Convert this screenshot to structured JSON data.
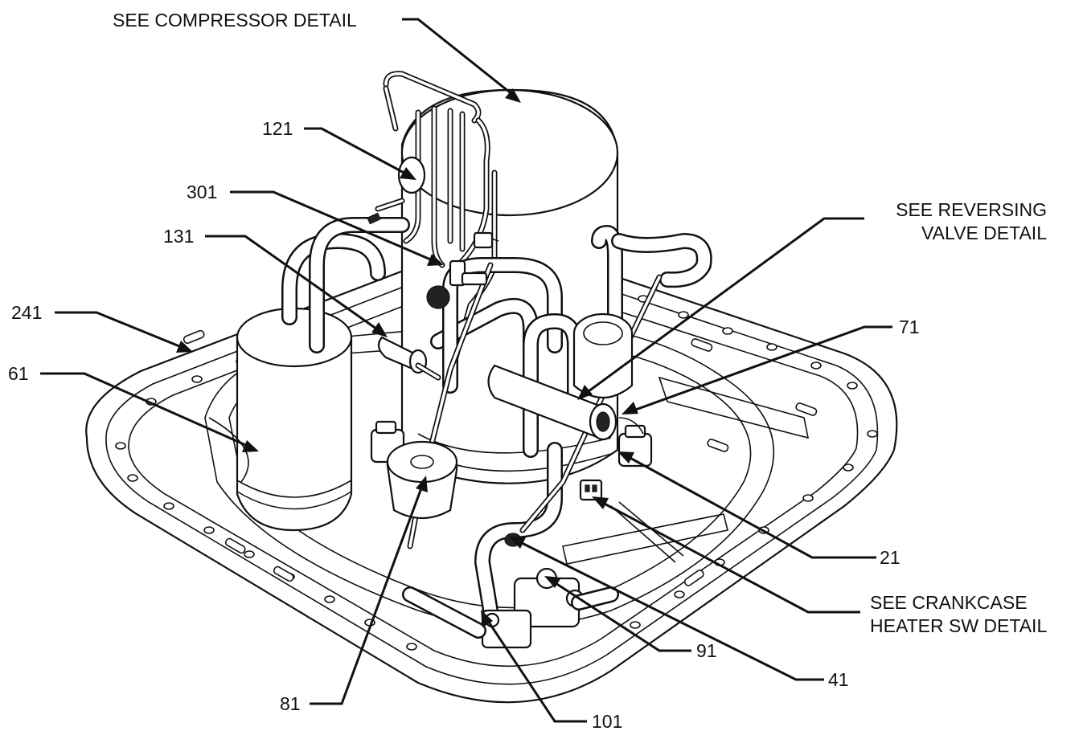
{
  "callouts": {
    "see_compressor_detail": "SEE COMPRESSOR DETAIL",
    "see_reversing_valve_detail_line1": "SEE REVERSING",
    "see_reversing_valve_detail_line2": "VALVE DETAIL",
    "see_crankcase_heater_sw_detail_line1": "SEE CRANKCASE",
    "see_crankcase_heater_sw_detail_line2": "HEATER SW DETAIL",
    "part_121": "121",
    "part_301": "301",
    "part_131": "131",
    "part_241": "241",
    "part_61": "61",
    "part_71": "71",
    "part_21": "21",
    "part_91": "91",
    "part_41": "41",
    "part_81": "81",
    "part_101": "101"
  },
  "colors": {
    "ink": "#111111",
    "paper": "#ffffff"
  }
}
